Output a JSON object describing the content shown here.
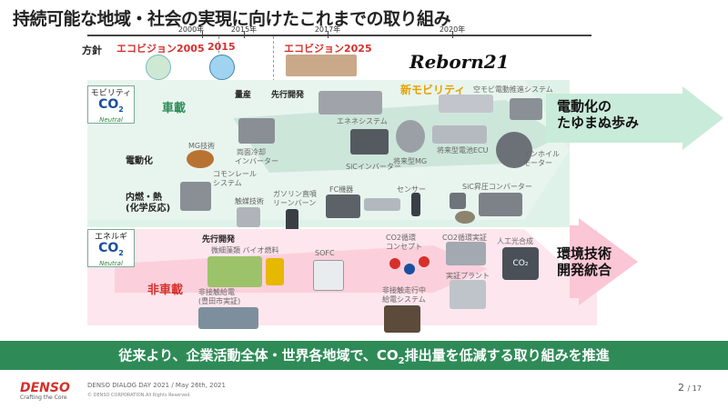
{
  "title": "持続可能な地域・社会の実現に向けたこれまでの取り組み",
  "timeline": {
    "years": [
      "2000年",
      "2015年",
      "2017年",
      "2020年"
    ]
  },
  "policy": {
    "label": "方針",
    "visions": [
      "エコビジョン2005",
      "2015",
      "エコビジョン2025"
    ],
    "reborn_logo": "Reborn21"
  },
  "mobility": {
    "category": "モビリティ",
    "co2_label": "CO",
    "co2_sub": "2",
    "neutral": "Neutral",
    "in_vehicle": "車載",
    "mass_production": "量産",
    "advanced_dev": "先行開発",
    "new_mobility": "新モビリティ",
    "electrification_row": "電動化",
    "combustion_row": "内燃・熱",
    "combustion_row2": "(化学反応)",
    "result_line1": "電動化の",
    "result_line2": "たゆまぬ歩み",
    "items": {
      "mg_tech": "MG技術",
      "dual_inverter_1": "両面冷却",
      "dual_inverter_2": "インバーター",
      "e_axle": "エネネシステム",
      "sic_inverter": "SiCインバーター",
      "future_mg": "将来型MG",
      "future_battery_ecu": "将来型電池ECU",
      "wheel_motor_1": "インホイル",
      "wheel_motor_2": "モーター",
      "air_mobility": "空モビ電動推進システム",
      "common_rail_1": "コモンレール",
      "common_rail_2": "システム",
      "catalyst_tech": "触媒技術",
      "gasoline_inj_1": "ガソリン直噴",
      "gasoline_inj_2": "リーンバーン",
      "fc_device": "FC機器",
      "sensor": "センサー",
      "sic_boost": "SiC昇圧コンバーター"
    }
  },
  "energy": {
    "category": "エネルギ",
    "co2_label": "CO",
    "co2_sub": "2",
    "neutral": "Neutral",
    "advanced_dev": "先行開発",
    "off_vehicle": "非車載",
    "result_line1": "環境技術",
    "result_line2": "開発統合",
    "items": {
      "algae_biofuel": "微細藻類 バイオ燃料",
      "non_contact_1": "非接触給電",
      "non_contact_2": "(豊田市実証)",
      "sofc": "SOFC",
      "co2_cycle_1": "CO2循環",
      "co2_cycle_2": "コンセプト",
      "co2_cycle_demo": "CO2循環実証",
      "demo_plant": "実証プラント",
      "artificial_photo": "人工光合成",
      "driving_charge_1": "非接触走行中",
      "driving_charge_2": "給電システム"
    }
  },
  "footer": {
    "message_pre": "従来より、企業活動全体・世界各地域で、CO",
    "message_sub": "2",
    "message_post": "排出量を低減する取り組みを推進"
  },
  "bottom": {
    "brand": "DENSO",
    "tagline": "Crafting the Core",
    "event": "DENSO DIALOG DAY 2021 / May 26th, 2021",
    "copyright": "© DENSO CORPORATION All Rights Reserved.",
    "page_current": "2",
    "page_total": "/ 17"
  },
  "colors": {
    "accent_red": "#d6302b",
    "footer_green": "#2e8b57",
    "band_green": "#dff2ea",
    "band_pink": "#fde6ee"
  }
}
